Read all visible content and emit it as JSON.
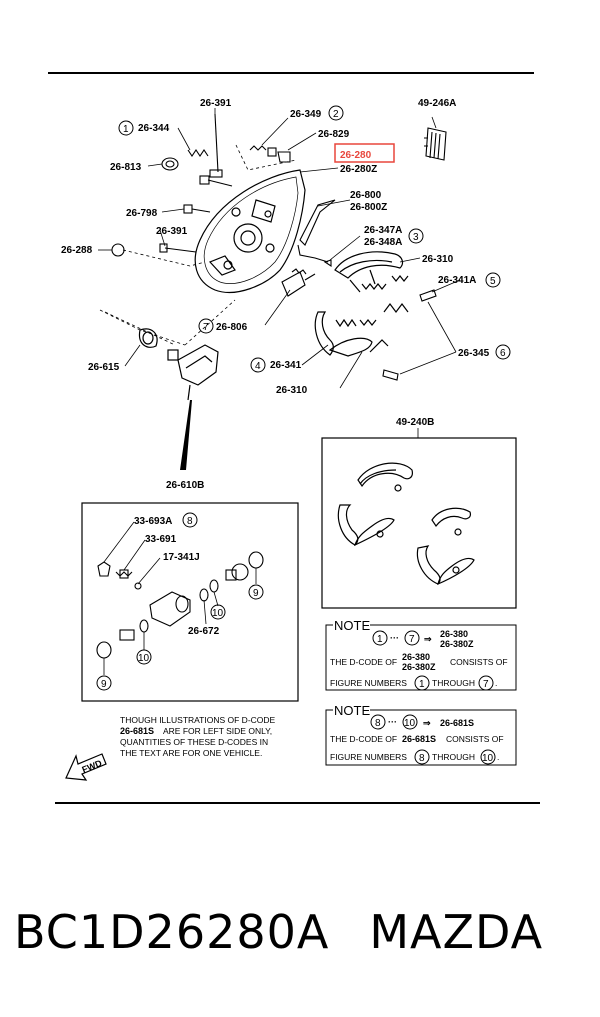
{
  "callouts": {
    "c26391a": "26-391",
    "c26349": "26-349",
    "c49246a": "49-246A",
    "c26344": "26-344",
    "c26829": "26-829",
    "c26280": "26-280",
    "c26280z": "26-280Z",
    "c26813": "26-813",
    "c26800": "26-800",
    "c26800z": "26-800Z",
    "c26798": "26-798",
    "c26391b": "26-391",
    "c26347a": "26-347A",
    "c26348a": "26-348A",
    "c26288": "26-288",
    "c26310a": "26-310",
    "c26341a": "26-341A",
    "c26806": "26-806",
    "c26615": "26-615",
    "c26341": "26-341",
    "c26345": "26-345",
    "c26310b": "26-310",
    "c49240b": "49-240B",
    "c26610b": "26-610B",
    "c33693a": "33-693A",
    "c33691": "33-691",
    "c17341j": "17-341J",
    "c26672": "26-672"
  },
  "circled": [
    "1",
    "2",
    "3",
    "4",
    "5",
    "6",
    "7",
    "8",
    "9",
    "10"
  ],
  "disclaimer": {
    "l1a": "THOUGH ILLUSTRATIONS OF D-CODE",
    "l2b": "26-681S",
    "l2c": "ARE FOR LEFT SIDE ONLY,",
    "l3": "QUANTITIES OF THESE D-CODES IN",
    "l4": "THE TEXT ARE FOR ONE VEHICLE."
  },
  "fwd": "FWD",
  "note1": {
    "title": "NOTE",
    "dots": "···",
    "arrow": "⇒",
    "code1": "26-380",
    "code2": "26-380Z",
    "t1": "THE D-CODE OF",
    "t2": "CONSISTS OF",
    "t3": "FIGURE NUMBERS",
    "t4": "THROUGH",
    "t5": "."
  },
  "note2": {
    "title": "NOTE",
    "dots": "···",
    "arrow": "⇒",
    "code": "26-681S",
    "t1": "THE D-CODE OF",
    "t2": "CONSISTS OF",
    "t3": "FIGURE NUMBERS",
    "t4": "THROUGH",
    "t5": "."
  },
  "caption": {
    "part_number": "BC1D26280A",
    "brand": "MAZDA"
  },
  "highlight_color": "#e8463c"
}
